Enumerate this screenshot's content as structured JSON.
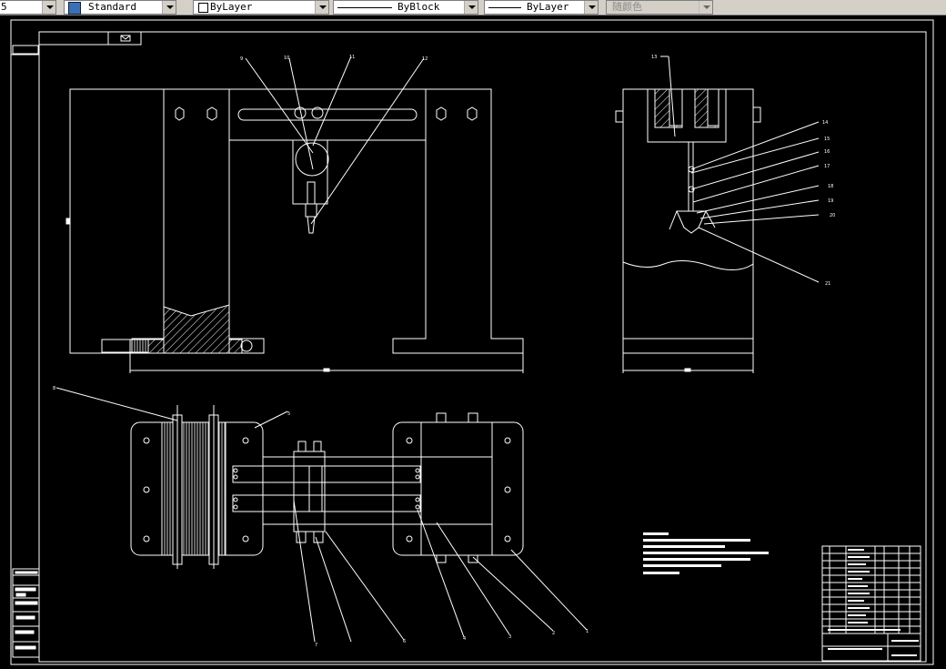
{
  "toolbar": {
    "first_value": "5",
    "text_style": "Standard",
    "layer_color": "ByLayer",
    "linetype": "ByBlock",
    "lineweight": "ByLayer",
    "plot_style": "随颜色"
  },
  "drawing": {
    "balloons": [
      "1",
      "2",
      "3",
      "4",
      "5",
      "6",
      "7",
      "8",
      "9",
      "10",
      "11",
      "12",
      "13",
      "14",
      "15",
      "16",
      "17",
      "18",
      "19",
      "20",
      "21"
    ]
  },
  "colors": {
    "background": "#000000",
    "lines": "#ffffff",
    "toolbar": "#d4d0c8"
  }
}
